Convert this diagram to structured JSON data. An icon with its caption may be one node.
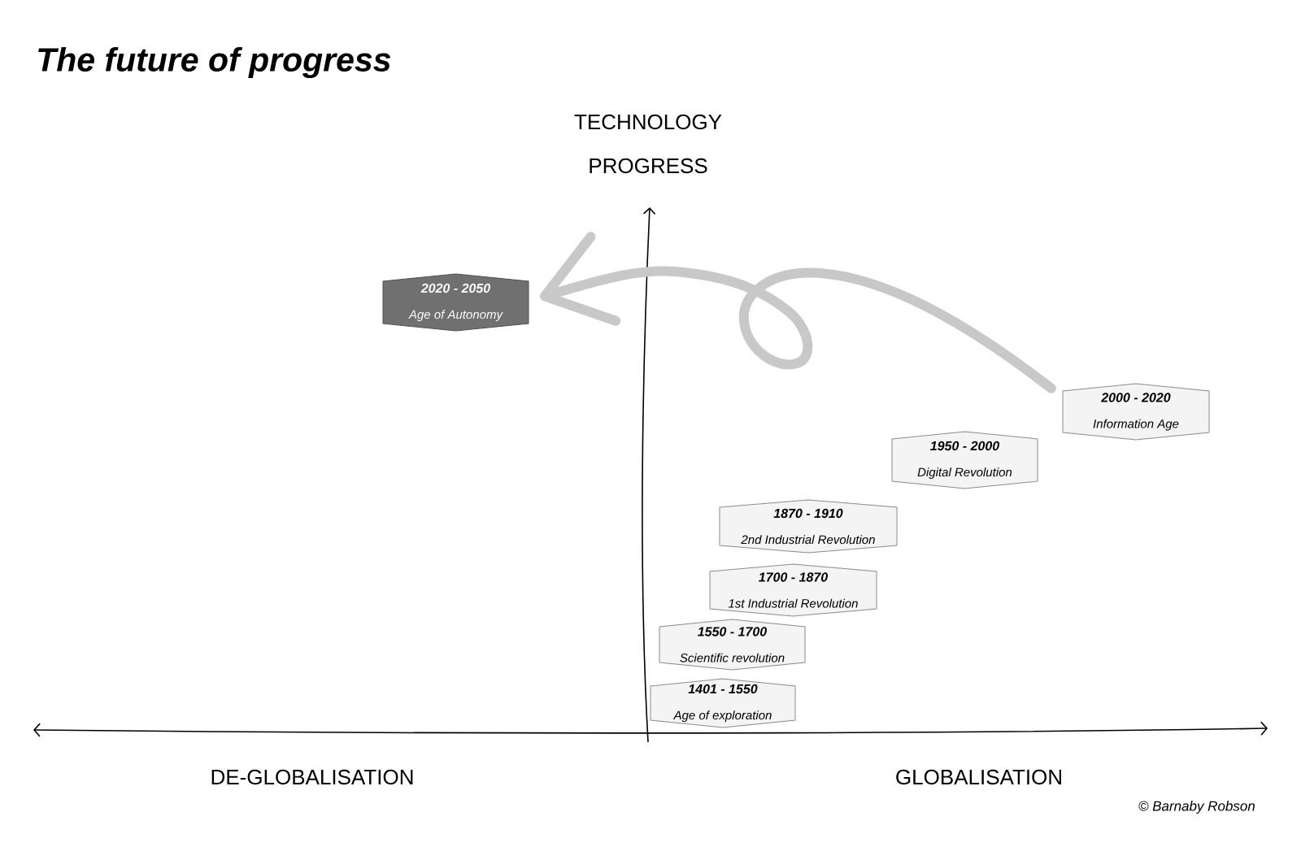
{
  "diagram": {
    "title": "The future of progress",
    "nodes": [
      {
        "text": [
          "2020 - 2050",
          "Age of Autonomy"
        ]
      },
      {
        "text": [
          "2000 - 2020",
          "Information Age"
        ]
      },
      {
        "text": [
          "1950 - 2000",
          "Digital Revolution"
        ]
      },
      {
        "text": [
          "1870 - 1910",
          "2nd Industrial Revolution"
        ]
      },
      {
        "text": [
          "1700 - 1870",
          "1st Industrial Revolution"
        ]
      },
      {
        "text": [
          "1550 - 1700",
          "Scientific revolution"
        ]
      },
      {
        "text": [
          "1401 - 1550",
          "Age of exploration"
        ]
      }
    ],
    "edges": [
      {
        "from": 1,
        "to": 0,
        "arrow": "to",
        "color": "#c8c8c8"
      }
    ],
    "labels": [
      "TECHNOLOGY PROGRESS",
      "DE-GLOBALISATION",
      "GLOBALISATION",
      "© Barnaby Robson"
    ]
  }
}
